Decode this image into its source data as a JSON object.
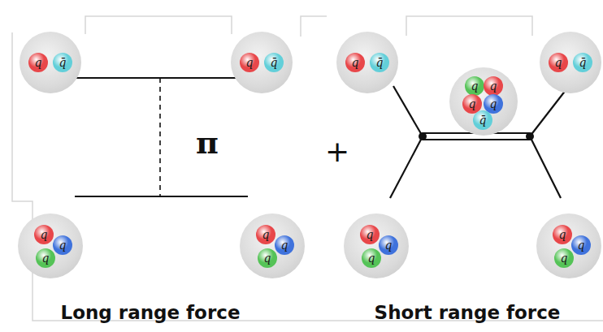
{
  "diagram": {
    "nodes": [
      {
        "text": [
          "q",
          "q̄"
        ]
      },
      {
        "text": [
          "q",
          "q̄"
        ]
      },
      {
        "text": [
          "q",
          "q̄"
        ]
      },
      {
        "text": [
          "q",
          "q̄"
        ]
      },
      {
        "text": [
          "q",
          "q",
          "q",
          "q",
          "q̄"
        ]
      },
      {
        "text": [
          "q",
          "q",
          "q"
        ]
      },
      {
        "text": [
          "q",
          "q",
          "q"
        ]
      },
      {
        "text": [
          "q",
          "q",
          "q"
        ]
      },
      {
        "text": [
          "q",
          "q",
          "q"
        ]
      }
    ],
    "labels": [
      "π",
      "+",
      "Long range force",
      "Short range force"
    ]
  }
}
